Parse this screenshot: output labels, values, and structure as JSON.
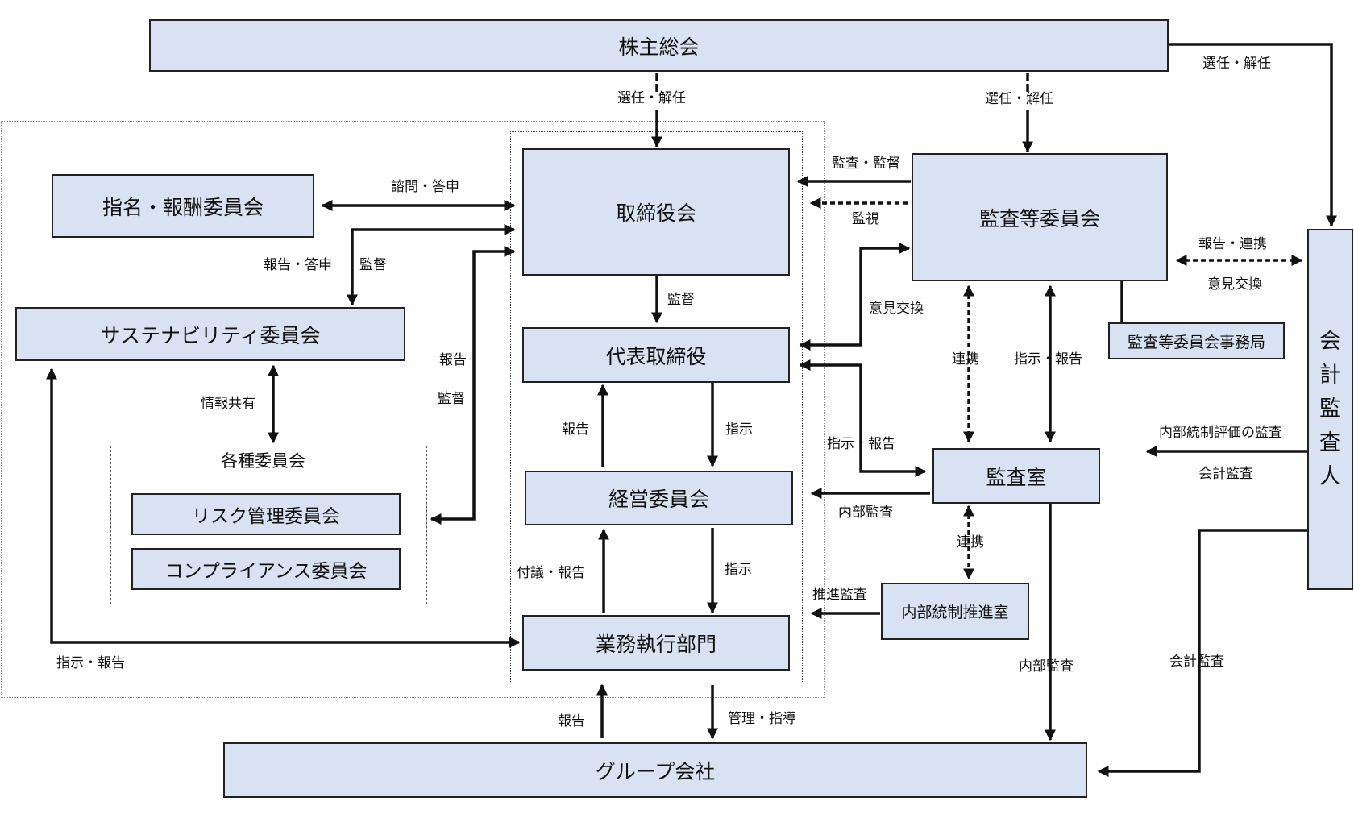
{
  "boxes": {
    "shareholders": "株主総会",
    "board": "取締役会",
    "nomination": "指名・報酬委員会",
    "sustainability": "サステナビリティ委員会",
    "committees_title": "各種委員会",
    "risk": "リスク管理委員会",
    "compliance": "コンプライアンス委員会",
    "representative": "代表取締役",
    "management": "経営委員会",
    "business": "業務執行部門",
    "audit_committee": "監査等委員会",
    "audit_secretariat": "監査等委員会事務局",
    "audit_office": "監査室",
    "internal_control": "内部統制推進室",
    "auditor": [
      "会",
      "計",
      "監",
      "査",
      "人"
    ],
    "group": "グループ会社"
  },
  "labels": {
    "elect1": "選任・解任",
    "elect2": "選任・解任",
    "elect3": "選任・解任",
    "consult": "諮問・答申",
    "report_answer": "報告・答申",
    "supervise1": "監督",
    "report1": "報告",
    "supervise2": "監督",
    "supervise3": "監督",
    "info_share": "情報共有",
    "instruct_report1": "指示・報告",
    "audit_supervise": "監査・監督",
    "monitor": "監視",
    "opinion_exchange1": "意見交換",
    "report_coop": "報告・連携",
    "opinion_exchange2": "意見交換",
    "coop1": "連携",
    "instruct_report2": "指示・報告",
    "instruct_report3": "指示・報告",
    "internal_control_eval": "内部統制評価の監査",
    "accounting_audit1": "会計監査",
    "accounting_audit2": "会計監査",
    "internal_audit1": "内部監査",
    "internal_audit2": "内部監査",
    "coop2": "連携",
    "promote_audit": "推進監査",
    "report2": "報告",
    "instruct1": "指示",
    "proposal_report": "付議・報告",
    "instruct2": "指示",
    "report3": "報告",
    "manage_guide": "管理・指導"
  }
}
